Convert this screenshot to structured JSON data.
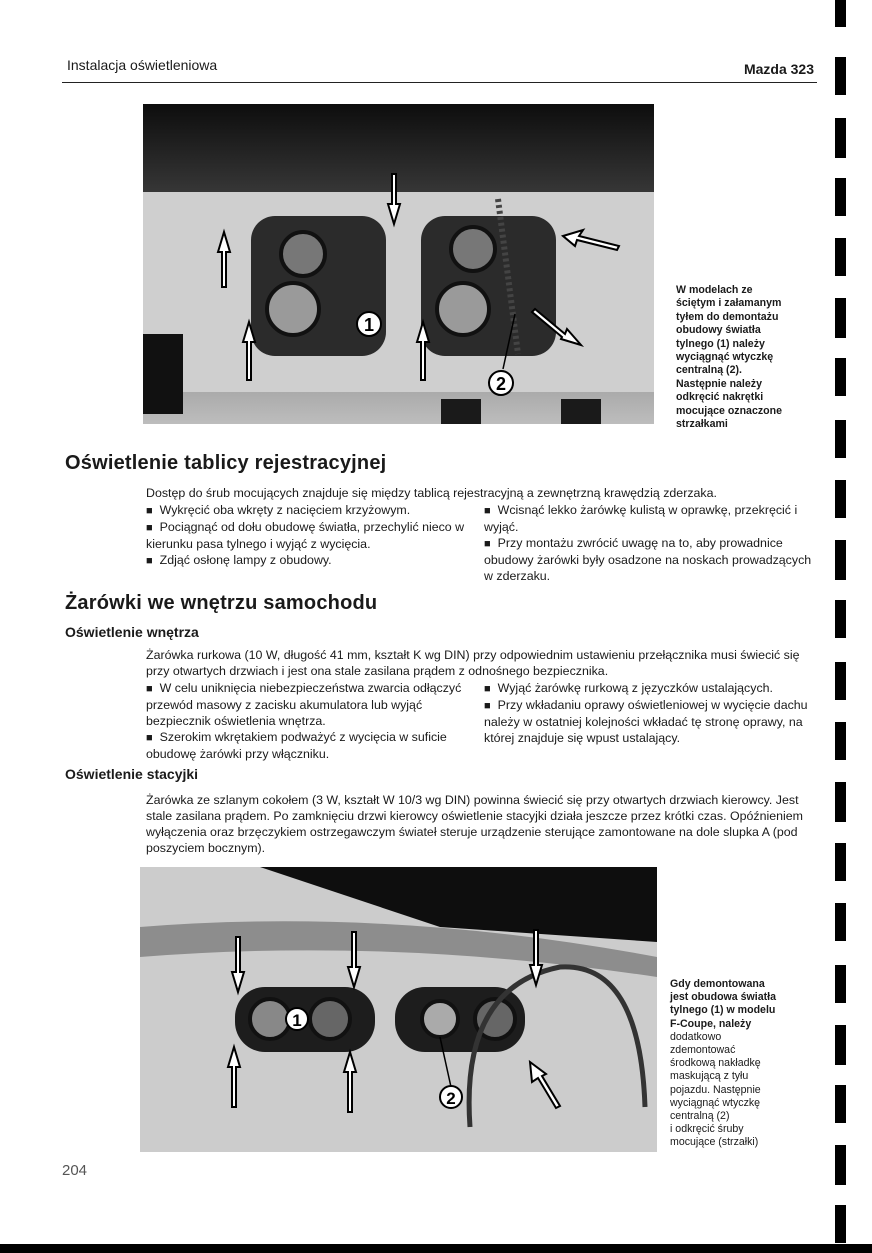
{
  "header": {
    "section": "Instalacja oświetleniowa",
    "model": "Mazda 323",
    "page_number": "204"
  },
  "figure1": {
    "callouts": [
      "1",
      "2"
    ],
    "caption": [
      "W modelach ze",
      "ściętym i załamanym",
      "tyłem do demontażu",
      "obudowy światła",
      "tylnego (1) należy",
      "wyciągnąć wtyczkę",
      "centralną (2).",
      "Następnie należy",
      "odkręcić nakrętki",
      "mocujące oznaczone",
      "strzałkami"
    ]
  },
  "section1": {
    "title": "Oświetlenie tablicy rejestracyjnej",
    "intro": "Dostęp do śrub mocujących znajduje się między tablicą rejestracyjną a zewnętrzną krawędzią zderzaka.",
    "left": [
      {
        "bullet": true,
        "text": "Wykręcić oba wkręty z nacięciem krzyżowym."
      },
      {
        "bullet": true,
        "text": "Pociągnąć od dołu obudowę światła, przechylić nieco w kierunku pasa tylnego i wyjąć z wycięcia."
      },
      {
        "bullet": true,
        "text": "Zdjąć osłonę lampy z obudowy."
      }
    ],
    "right": [
      {
        "bullet": true,
        "text": "Wcisnąć lekko żarówkę kulistą w oprawkę, przekręcić i wyjąć."
      },
      {
        "bullet": true,
        "text": "Przy montażu zwrócić uwagę na to, aby prowadnice obudowy żarówki były osadzone na noskach prowadzących w zderzaku."
      }
    ]
  },
  "section2": {
    "title": "Żarówki we wnętrzu samochodu",
    "sub1": {
      "title": "Oświetlenie wnętrza",
      "intro": "Żarówka rurkowa (10 W, długość 41 mm, kształt K wg DIN) przy odpowiednim ustawieniu przełącznika musi świecić się przy otwartych drzwiach i jest ona stale zasilana prądem z odnośnego bezpiecznika.",
      "left": [
        {
          "bullet": true,
          "text": "W celu uniknięcia niebezpieczeństwa zwarcia odłączyć przewód masowy z zacisku akumulatora lub wyjąć bezpiecznik oświetlenia wnętrza."
        },
        {
          "bullet": true,
          "text": "Szerokim wkrętakiem podważyć z wycięcia w suficie obudowę żarówki przy włączniku."
        }
      ],
      "right": [
        {
          "bullet": true,
          "text": "Wyjąć żarówkę rurkową z języczków ustalających."
        },
        {
          "bullet": true,
          "text": "Przy wkładaniu oprawy oświetleniowej w wycięcie dachu należy w ostatniej kolejności wkładać tę stronę oprawy, na której znajduje się wpust ustalający."
        }
      ]
    },
    "sub2": {
      "title": "Oświetlenie stacyjki",
      "text": "Żarówka ze szlanym cokołem (3 W, kształt W 10/3 wg DIN) powinna świecić się przy otwartych drzwiach kierowcy. Jest stale zasilana prądem. Po zamknięciu drzwi kierowcy oświetlenie stacyjki działa jeszcze przez krótki czas. Opóźnieniem wyłączenia oraz brzęczykiem ostrzegawczym świateł steruje urządzenie sterujące zamontowane na dole slupka A (pod poszyciem bocznym)."
    }
  },
  "figure2": {
    "callouts": [
      "1",
      "2"
    ],
    "caption": [
      "Gdy demontowana",
      "jest obudowa światła",
      "tylnego (1) w modelu",
      "F-Coupe, należy",
      "dodatkowo",
      "zdemontować",
      "środkową nakładkę",
      "maskującą z tyłu",
      "pojazdu. Następnie",
      "wyciągnąć wtyczkę",
      "centralną (2)",
      "i odkręcić śruby",
      "mocujące (strzałki)"
    ]
  }
}
